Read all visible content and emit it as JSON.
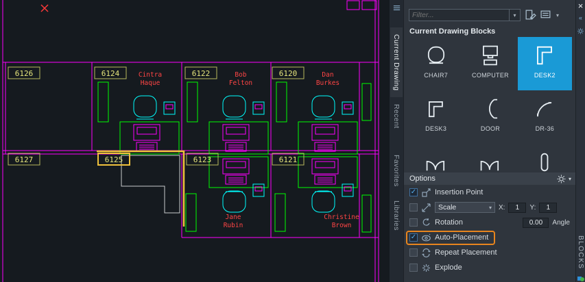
{
  "drawing": {
    "rooms": [
      {
        "number": "6126"
      },
      {
        "number": "6124"
      },
      {
        "number": "6122"
      },
      {
        "number": "6120"
      },
      {
        "number": "6127"
      },
      {
        "number": "6125",
        "highlighted": true
      },
      {
        "number": "6123"
      },
      {
        "number": "6121"
      }
    ],
    "occupants": [
      {
        "first": "Cintra",
        "last": "Haque"
      },
      {
        "first": "Bob",
        "last": "Felton"
      },
      {
        "first": "Dan",
        "last": "Burkes"
      },
      {
        "first": "Jane",
        "last": "Rubin"
      },
      {
        "first": "Christine",
        "last": "Brown"
      }
    ],
    "colors": {
      "background": "#151a1f",
      "walls": "#ff00ff",
      "desks": "#00ff00",
      "chairs": "#00ffff",
      "room_labels": "#e6e67c",
      "occupant_names": "#ff4545",
      "selection_highlight": "#f0c23c",
      "placement_preview": "#c9ccce"
    }
  },
  "palette": {
    "tabs": [
      {
        "label": "Current Drawing",
        "active": true
      },
      {
        "label": "Recent",
        "active": false
      },
      {
        "label": "Favorites",
        "active": false
      },
      {
        "label": "Libraries",
        "active": false
      }
    ],
    "filter_placeholder": "Filter...",
    "section_title": "Current Drawing Blocks",
    "blocks": [
      {
        "label": "CHAIR7",
        "selected": false
      },
      {
        "label": "COMPUTER",
        "selected": false
      },
      {
        "label": "DESK2",
        "selected": true
      },
      {
        "label": "DESK3",
        "selected": false
      },
      {
        "label": "DOOR",
        "selected": false
      },
      {
        "label": "DR-36",
        "selected": false
      },
      {
        "label": "",
        "selected": false
      },
      {
        "label": "",
        "selected": false
      },
      {
        "label": "",
        "selected": false
      }
    ],
    "options": {
      "title": "Options",
      "insertion_point": {
        "label": "Insertion Point",
        "checked": true
      },
      "scale": {
        "checked": false,
        "dropdown_value": "Scale",
        "x_label": "X:",
        "x_value": "1",
        "y_label": "Y:",
        "y_value": "1"
      },
      "rotation": {
        "checked": false,
        "label": "Rotation",
        "value": "0.00",
        "angle_label": "Angle"
      },
      "auto_placement": {
        "label": "Auto-Placement",
        "checked": true,
        "highlighted": true
      },
      "repeat_placement": {
        "label": "Repeat Placement",
        "checked": false
      },
      "explode": {
        "label": "Explode",
        "checked": false
      }
    },
    "title_vertical": "BLOCKS",
    "accent_color": "#1a9ad6",
    "callout_color": "#e8851e"
  }
}
